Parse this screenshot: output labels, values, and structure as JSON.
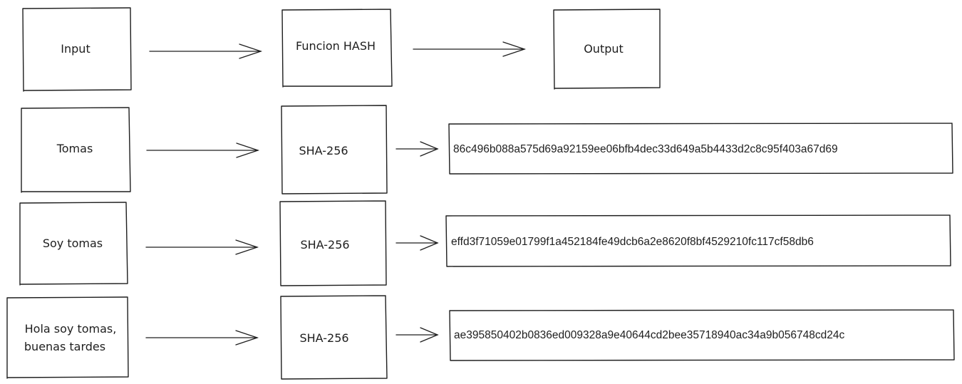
{
  "header": {
    "input": "Input",
    "function": "Funcion HASH",
    "output": "Output"
  },
  "rows": [
    {
      "input_lines": [
        "Tomas"
      ],
      "algorithm": "SHA-256",
      "hash": "86c496b088a575d69a92159ee06bfb4dec33d649a5b4433d2c8c95f403a67d69"
    },
    {
      "input_lines": [
        "Soy tomas"
      ],
      "algorithm": "SHA-256",
      "hash": "effd3f71059e01799f1a452184fe49dcb6a2e8620f8bf4529210fc117cf58db6"
    },
    {
      "input_lines": [
        "Hola soy tomas,",
        "buenas tardes"
      ],
      "algorithm": "SHA-256",
      "hash": "ae395850402b0836ed009328a9e40644cd2bee35718940ac34a9b056748cd24c"
    }
  ]
}
